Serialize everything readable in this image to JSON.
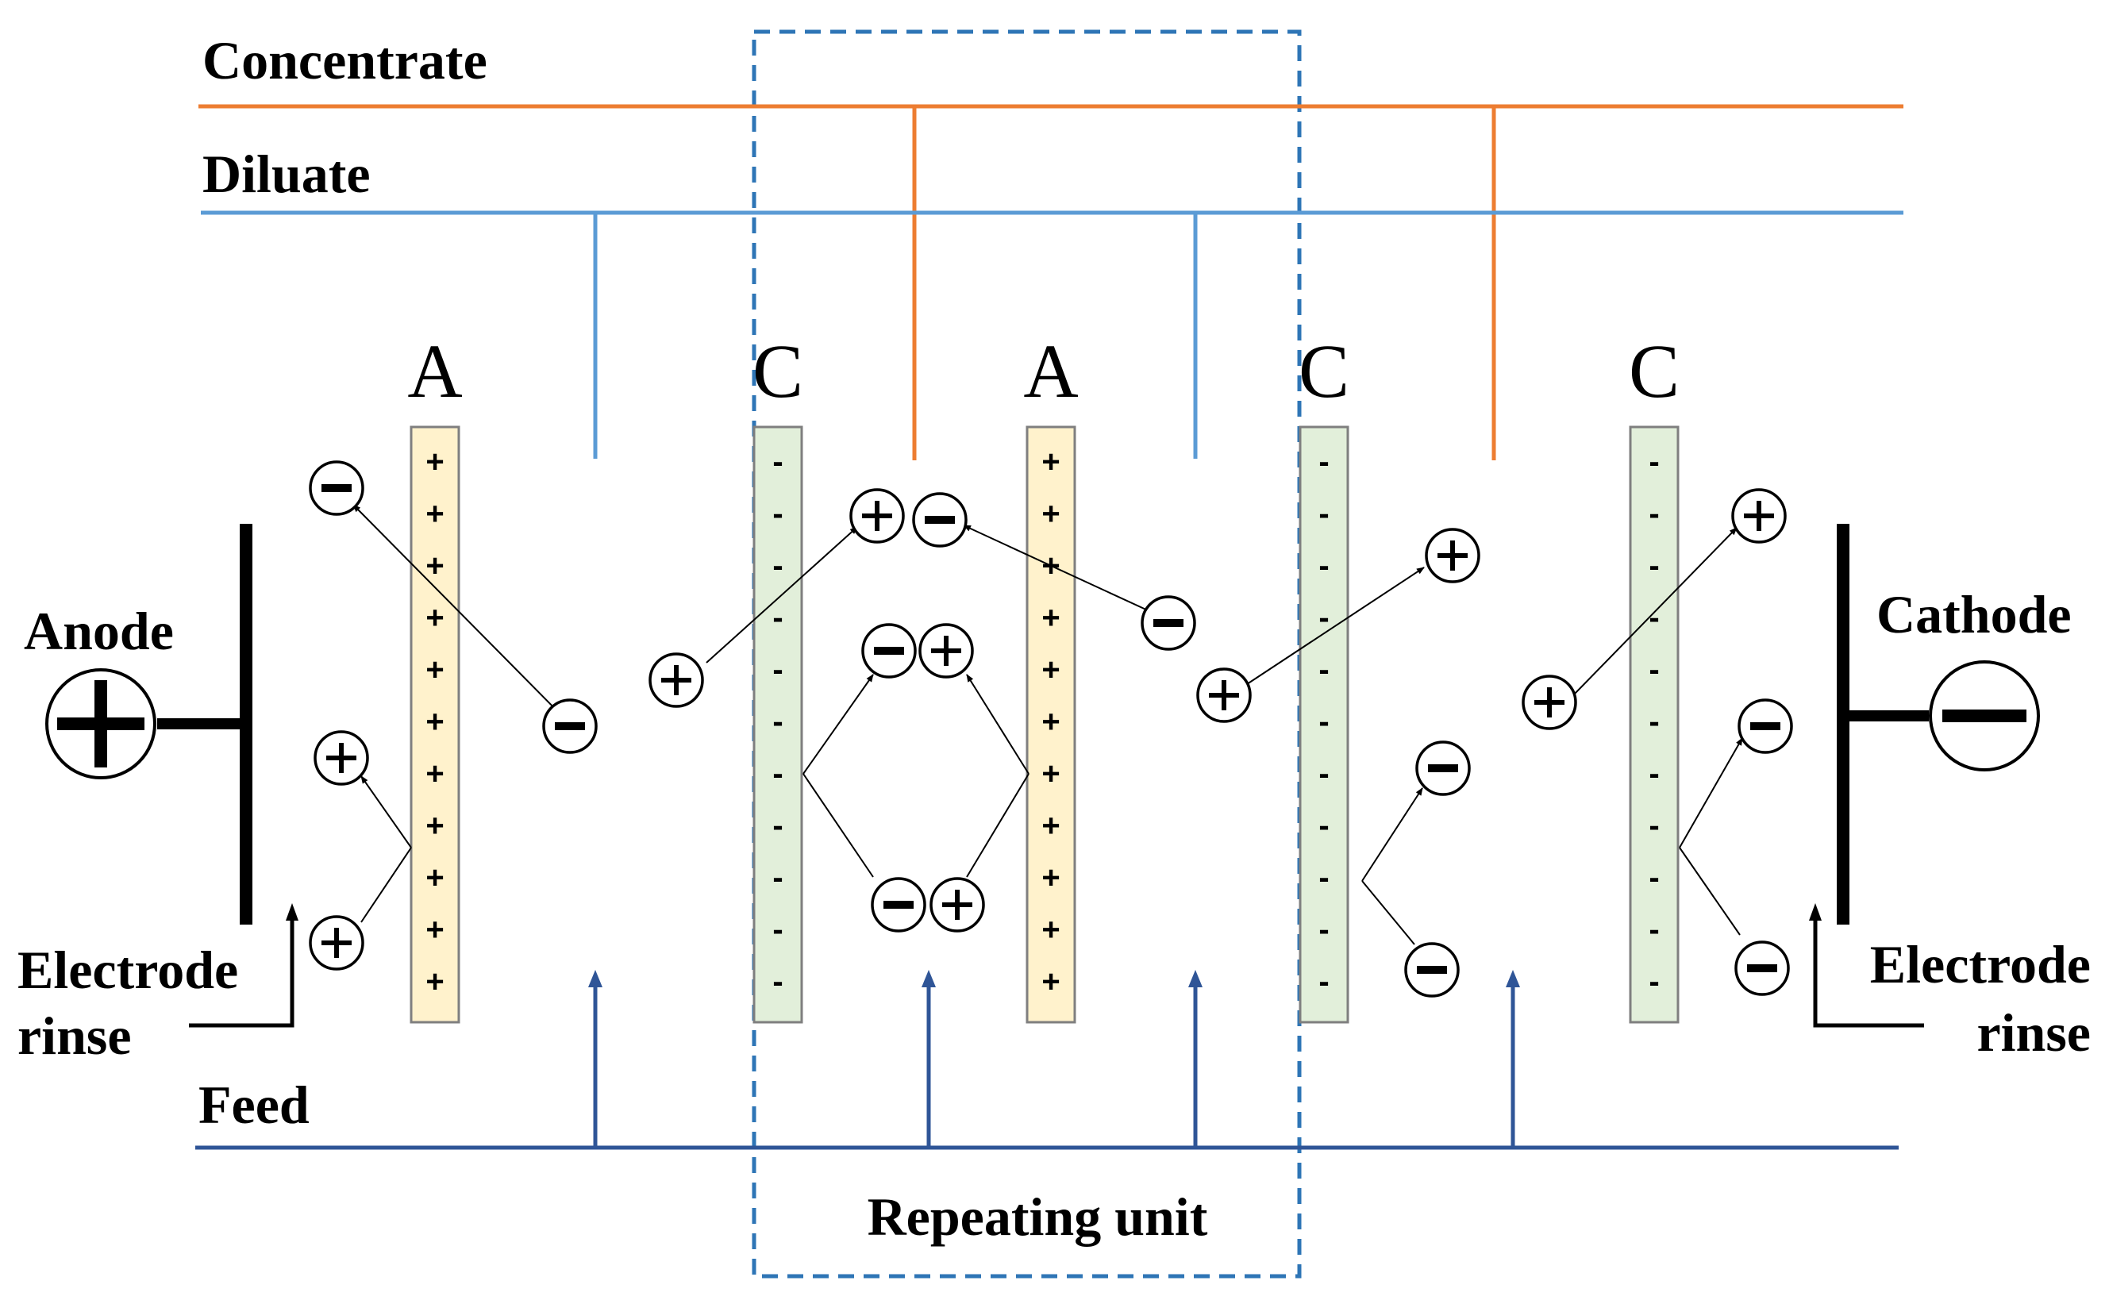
{
  "labels": {
    "concentrate": "Concentrate",
    "diluate": "Diluate",
    "feed": "Feed",
    "anode": "Anode",
    "cathode": "Cathode",
    "electrode_rinse_left_line1": "Electrode",
    "electrode_rinse_left_line2": "rinse",
    "electrode_rinse_right_line1": "Electrode",
    "electrode_rinse_right_line2": "rinse",
    "repeating_unit": "Repeating unit"
  },
  "membranes": [
    {
      "letter": "A",
      "type": "anion-exchange",
      "fixed_charge": "+"
    },
    {
      "letter": "C",
      "type": "cation-exchange",
      "fixed_charge": "-"
    },
    {
      "letter": "A",
      "type": "anion-exchange",
      "fixed_charge": "+"
    },
    {
      "letter": "C",
      "type": "cation-exchange",
      "fixed_charge": "-"
    },
    {
      "letter": "C",
      "type": "cation-exchange",
      "fixed_charge": "-"
    }
  ],
  "colors": {
    "concentrate_line": "#ED7D31",
    "diluate_line": "#5B9BD5",
    "feed_line": "#2F5597",
    "repeating_unit_box": "#2E75B6",
    "anion_membrane_fill": "#FFF2CC",
    "cation_membrane_fill": "#E2EFDA",
    "membrane_border": "#7F7F7F"
  }
}
